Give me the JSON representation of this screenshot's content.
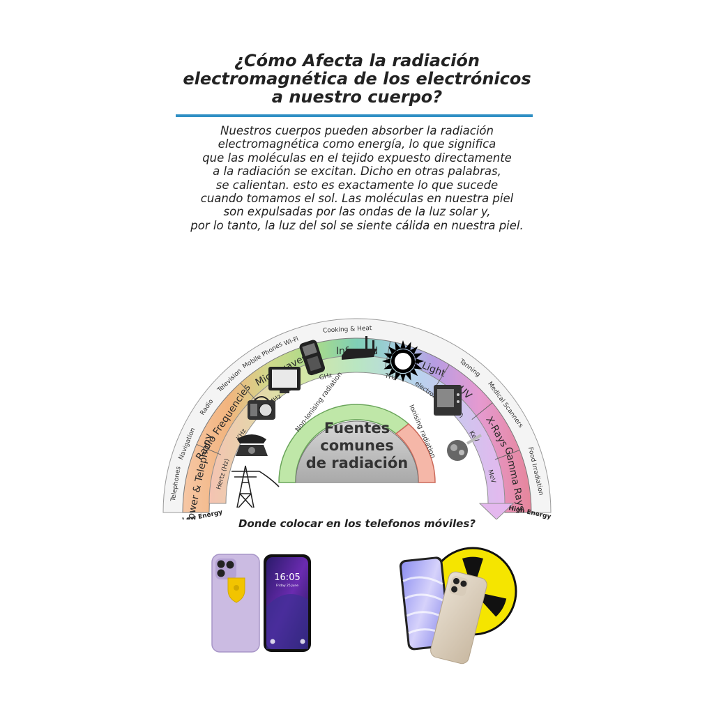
{
  "header": {
    "title_lines": [
      "¿Cómo Afecta la radiación",
      "electromagnética de los electrónicos",
      "a nuestro cuerpo?"
    ],
    "accent_color": "#2f8fc4"
  },
  "intro": {
    "lines": [
      "Nuestros cuerpos pueden absorber la radiación",
      "electromagnética como energía, lo que significa",
      "que las moléculas en el tejido expuesto directamente",
      "a la radiación se excitan. Dicho en otras palabras,",
      "se calientan. esto es exactamente lo que sucede",
      "cuando tomamos el sol. Las moléculas en nuestra piel",
      "son expulsadas por las ondas de la luz solar y,",
      "por lo tanto, la luz del sol se siente cálida en nuestra piel."
    ]
  },
  "diagram": {
    "center_lines": [
      "Fuentes",
      "comunes",
      "de radiación"
    ],
    "inner_bands": {
      "non_ionising": "Non-Ionising radiation",
      "ionising": "Ionising radiation"
    },
    "energy_arrow": [
      "Hertz (Hz)",
      "KHz",
      "MHz",
      "GHz",
      "THz",
      "electron Volts (eV)",
      "KeV",
      "MeV"
    ],
    "spectrum_bands": [
      "Power & Telephony",
      "Radio Frequencies",
      "Microwaves",
      "Infra-red",
      "Visible Light",
      "UV",
      "X-Rays",
      "Gamma Rays"
    ],
    "uses": [
      "Telephones",
      "Navigation",
      "Radio",
      "Television",
      "Mobile Phones",
      "Wi-Fi",
      "Cooking & Heat",
      "Tanning",
      "Medical Scanners",
      "Food Irradiation"
    ],
    "low_energy": "Low Energy",
    "high_energy": "High Energy",
    "icons": [
      "power-tower-icon",
      "telephone-icon",
      "radio-icon",
      "television-icon",
      "mobile-phone-icon",
      "wifi-router-icon",
      "sun-icon",
      "microwave-oven-icon",
      "particle-icon"
    ]
  },
  "question": "Donde colocar en los telefonos móviles?",
  "phones": {
    "clock_time": "16:05",
    "clock_date": "Friday 25 June",
    "shield_color": "#f2c400",
    "radiation_color": "#f5e500"
  }
}
